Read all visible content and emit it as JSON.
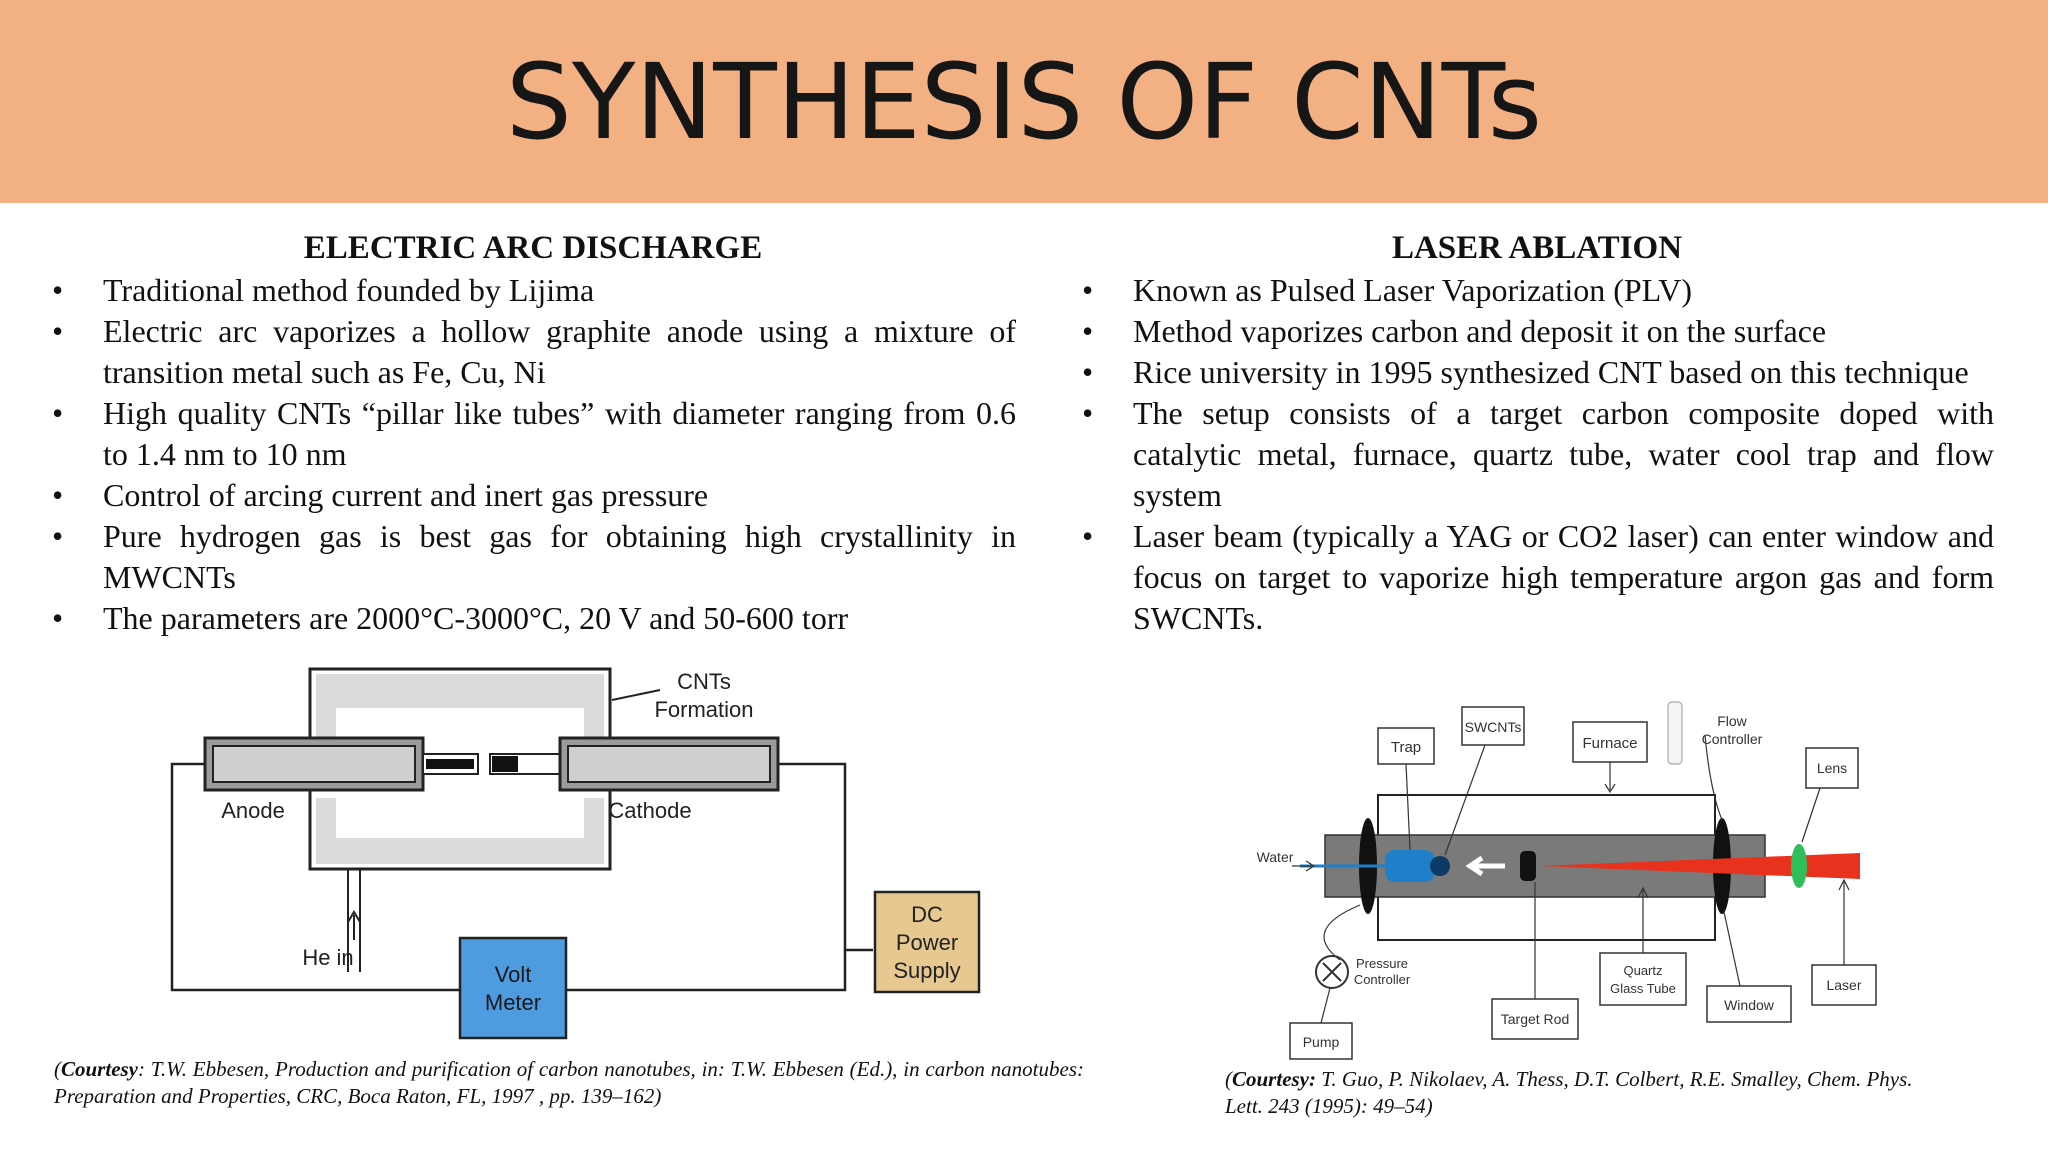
{
  "title": "SYNTHESIS OF CNTs",
  "left": {
    "heading": "ELECTRIC ARC DISCHARGE",
    "bullets": [
      "Traditional method founded by Lijima",
      "Electric arc vaporizes a hollow graphite anode using a mixture of transition metal such as Fe, Cu, Ni",
      "High quality CNTs “pillar like tubes” with diameter ranging from 0.6 to 1.4 nm to 10 nm",
      "Control of arcing current and inert gas pressure",
      "Pure hydrogen gas is best gas for obtaining high crystallinity in MWCNTs",
      "The parameters are 2000°C-3000°C, 20 V and 50-600 torr"
    ],
    "diagram": {
      "cnts_formation_line1": "CNTs",
      "cnts_formation_line2": "Formation",
      "anode": "Anode",
      "cathode": "Cathode",
      "he_in": "He in",
      "volt_meter_line1": "Volt",
      "volt_meter_line2": "Meter",
      "dc_line1": "DC",
      "dc_line2": "Power",
      "dc_line3": "Supply",
      "colors": {
        "volt_meter": "#4f9be0",
        "dc_supply": "#e8c891"
      }
    },
    "courtesy_label": "Courtesy",
    "courtesy_text": ": T.W. Ebbesen, Production and purification of carbon nanotubes, in: T.W. Ebbesen (Ed.), in carbon nanotubes: Preparation and Properties, CRC, Boca Raton, FL, 1997 , pp. 139–162)"
  },
  "right": {
    "heading": "LASER ABLATION",
    "bullets": [
      "Known as Pulsed Laser Vaporization (PLV)",
      "Method vaporizes carbon and deposit it on the surface",
      "Rice university in 1995 synthesized CNT based on this technique",
      "The setup consists of a target  carbon composite doped with catalytic metal, furnace, quartz tube, water cool trap and flow system",
      "Laser beam (typically a YAG or CO2 laser) can enter window and focus on target to vaporize high temperature argon gas and form SWCNTs."
    ],
    "diagram": {
      "trap": "Trap",
      "swcnts": "SWCNTs",
      "furnace": "Furnace",
      "flow_line1": "Flow",
      "flow_line2": "Controller",
      "lens": "Lens",
      "water": "Water",
      "pressure_line1": "Pressure",
      "pressure_line2": "Controller",
      "quartz_line1": "Quartz",
      "quartz_line2": "Glass Tube",
      "window": "Window",
      "laser": "Laser",
      "target_rod": "Target Rod",
      "pump": "Pump",
      "colors": {
        "beam": "#e8321e",
        "collector": "#1f7fc9",
        "lens": "#2fbf5a",
        "tube": "#7a7a7a"
      }
    },
    "courtesy_label": "Courtesy:",
    "courtesy_text": " T. Guo, P. Nikolaev, A. Thess, D.T. Colbert, R.E. Smalley, Chem. Phys. Lett. 243 (1995): 49–54)"
  },
  "bullet_glyph": "•",
  "colors": {
    "header_bg": "#f2b083"
  }
}
